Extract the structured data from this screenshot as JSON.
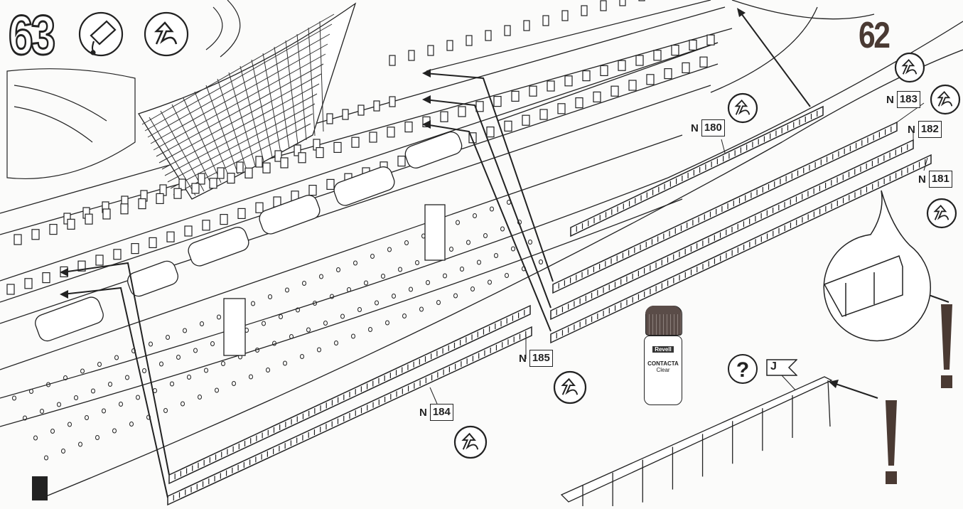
{
  "steps": {
    "current": "63",
    "previous": "62"
  },
  "icons": {
    "glue_tag": "glue-tag-icon",
    "rotate": "rotate-model-icon",
    "question": "question-icon",
    "attention": "exclamation-icon"
  },
  "parts": [
    {
      "prefix": "N",
      "number": "180"
    },
    {
      "prefix": "N",
      "number": "183"
    },
    {
      "prefix": "N",
      "number": "182"
    },
    {
      "prefix": "N",
      "number": "181"
    },
    {
      "prefix": "N",
      "number": "185"
    },
    {
      "prefix": "N",
      "number": "184"
    }
  ],
  "detail_tag": "J",
  "question_mark": "?",
  "exclamation": "!",
  "glue": {
    "brand": "Revell",
    "product": "CONTACTA",
    "variant": "Clear"
  },
  "colors": {
    "line": "#222222",
    "paper": "#fbfbfa",
    "step62": "#4a3a33",
    "cap": "#5a4c48"
  }
}
